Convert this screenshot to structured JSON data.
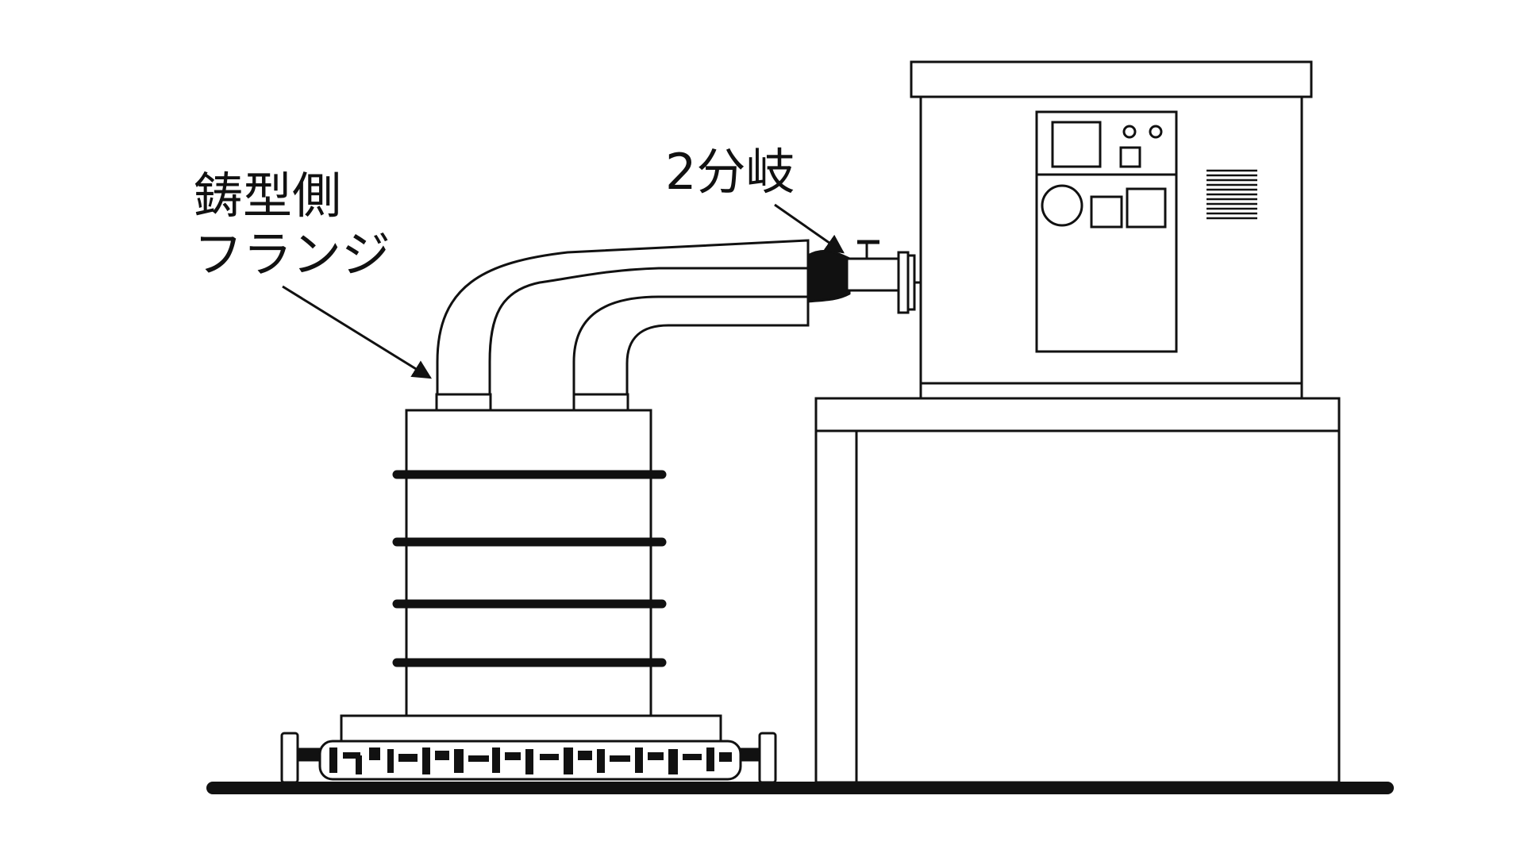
{
  "labels": {
    "mold_flange_line1": "鋳型側",
    "mold_flange_line2": "フランジ",
    "branch": "2分岐"
  },
  "colors": {
    "ink": "#111111",
    "background": "#ffffff"
  }
}
